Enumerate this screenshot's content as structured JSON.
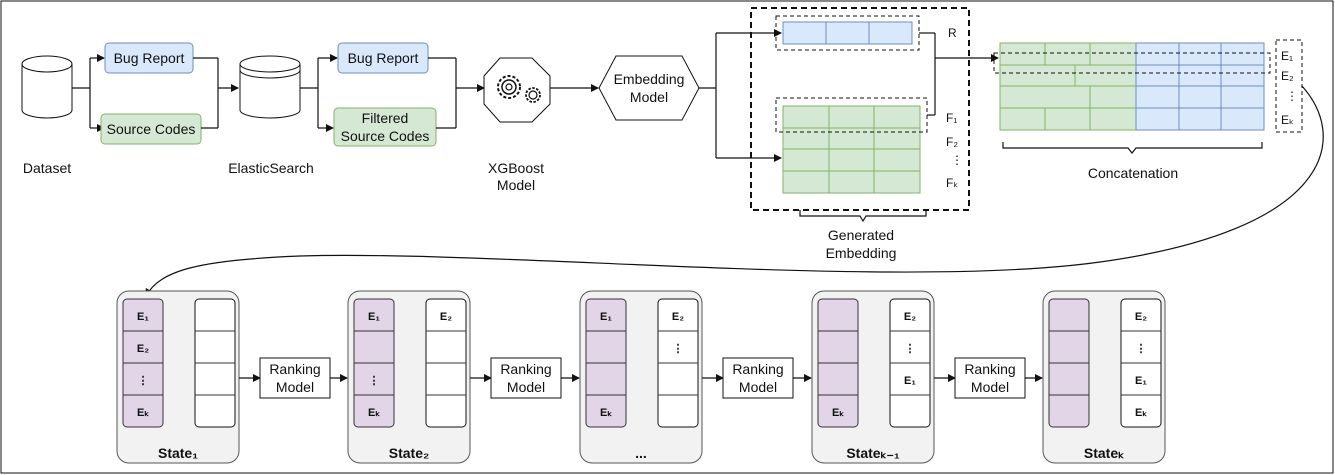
{
  "pipeline": {
    "dataset_label": "Dataset",
    "bug_report_label": "Bug Report",
    "source_codes_label": "Source Codes",
    "elasticsearch_label": "ElasticSearch",
    "bug_report_label_2": "Bug Report",
    "filtered_source_codes_line1": "Filtered",
    "filtered_source_codes_line2": "Source Codes",
    "xgboost_line1": "XGBoost",
    "xgboost_line2": "Model",
    "embedding_model_line1": "Embedding",
    "embedding_model_line2": "Model",
    "r_label": "R",
    "f1_label": "F₁",
    "f2_label": "F₂",
    "f_dots": "⋮",
    "fk_label": "Fₖ",
    "generated_embedding_line1": "Generated",
    "generated_embedding_line2": "Embedding",
    "concatenation_label": "Concatenation",
    "e1_label": "E₁",
    "e2_label": "E₂",
    "e_dots": "⋮",
    "ek_label": "Eₖ"
  },
  "ranking": {
    "ranking_model_line1": "Ranking",
    "ranking_model_line2": "Model",
    "states": [
      {
        "title": "State₁",
        "left": [
          "E₁",
          "E₂",
          "⋮",
          "Eₖ"
        ],
        "right": [
          "",
          "",
          "",
          ""
        ]
      },
      {
        "title": "State₂",
        "left": [
          "E₁",
          "",
          "⋮",
          "Eₖ"
        ],
        "right": [
          "E₂",
          "",
          "",
          ""
        ]
      },
      {
        "title": "...",
        "left": [
          "E₁",
          "",
          "",
          "Eₖ"
        ],
        "right": [
          "E₂",
          "⋮",
          "",
          ""
        ]
      },
      {
        "title": "Stateₖ₋₁",
        "left": [
          "",
          "",
          "",
          "Eₖ"
        ],
        "right": [
          "E₂",
          "⋮",
          "E₁",
          ""
        ]
      },
      {
        "title": "Stateₖ",
        "left": [
          "",
          "",
          "",
          ""
        ],
        "right": [
          "E₂",
          "⋮",
          "E₁",
          "Eₖ"
        ]
      }
    ]
  },
  "colors": {
    "blue_fill": "#dae8fc",
    "green_fill": "#d5e8d4",
    "purple_fill": "#e1d5e7",
    "state_fill": "#f2f2f2"
  }
}
